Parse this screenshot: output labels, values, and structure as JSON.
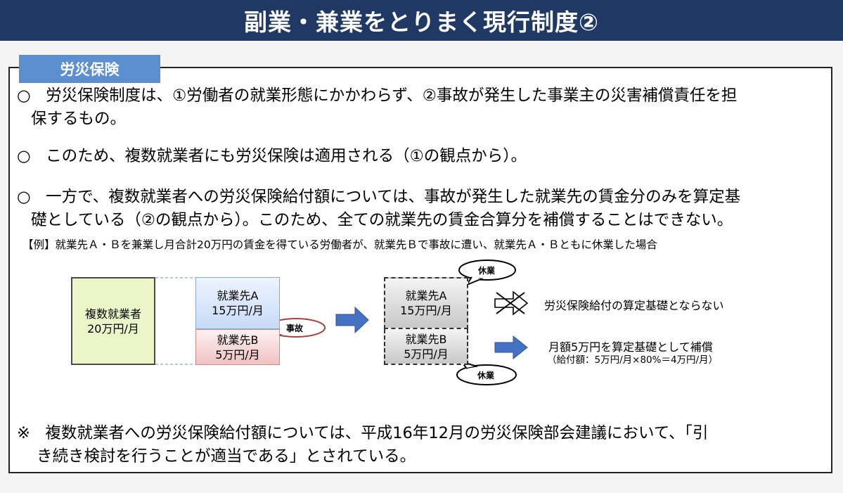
{
  "title": "副業・兼業をとりまく現行制度②",
  "section_tab": "労災保険",
  "paragraphs": [
    {
      "bullet": "○",
      "line1": "労災保険制度は、①労働者の就業形態にかかわらず、②事故が発生した事業主の災害補償責任を担",
      "line2": "保するもの。"
    },
    {
      "bullet": "○",
      "line1": "このため、複数就業者にも労災保険は適用される（①の観点から）。"
    },
    {
      "bullet": "○",
      "line1": "一方で、複数就業者への労災保険給付額については、事故が発生した就業先の賃金分のみを算定基",
      "line2": "礎としている（②の観点から）。このため、全ての就業先の賃金合算分を補償することはできない。"
    }
  ],
  "example": "【例】就業先Ａ・Ｂを兼業し月合計20万円の賃金を得ている労働者が、就業先Ｂで事故に遭い、就業先Ａ・Ｂともに休業した場合",
  "diagram": {
    "total_box": {
      "line1": "複数就業者",
      "line2": "20万円/月"
    },
    "employer_a": {
      "line1": "就業先A",
      "line2": "15万円/月"
    },
    "employer_b": {
      "line1": "就業先B",
      "line2": "5万円/月"
    },
    "accident_label": "事故",
    "leave_label_top": "休業",
    "leave_label_bottom": "休業",
    "result_a": {
      "line1": "就業先A",
      "line2": "15万円/月"
    },
    "result_b": {
      "line1": "就業先B",
      "line2": "5万円/月"
    },
    "not_basis_text": "労災保険給付の算定基礎とならない",
    "basis_text": "月額5万円を算定基礎として補償",
    "basis_note": "（給付額：5万円/月×80%＝4万円/月）"
  },
  "footer": {
    "mark": "※",
    "line1": "複数就業者への労災保険給付額については、平成16年12月の労災保険部会建議において、「引",
    "line2": "き続き検討を行うことが適当である」とされている。"
  },
  "colors": {
    "title_bg": "#1f3864",
    "tab_bg": "#5b8fd0",
    "arrow": "#4472c4"
  }
}
